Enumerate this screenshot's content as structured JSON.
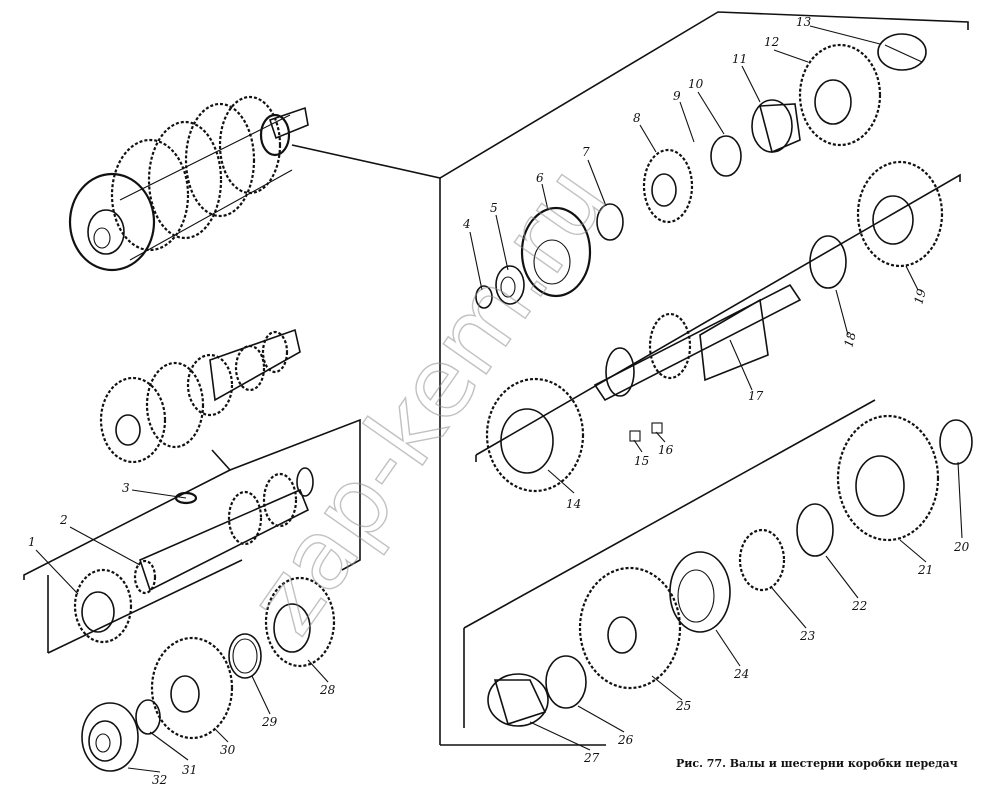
{
  "figure": {
    "caption": "Рис. 77. Валы и шестерни коробки передач",
    "watermark": "zap-kem.ru",
    "part_labels": [
      "1",
      "2",
      "3",
      "4",
      "5",
      "6",
      "7",
      "8",
      "9",
      "10",
      "11",
      "12",
      "13",
      "14",
      "15",
      "16",
      "17",
      "18",
      "19",
      "20",
      "21",
      "22",
      "23",
      "24",
      "25",
      "26",
      "27",
      "28",
      "29",
      "30",
      "31",
      "32"
    ]
  }
}
